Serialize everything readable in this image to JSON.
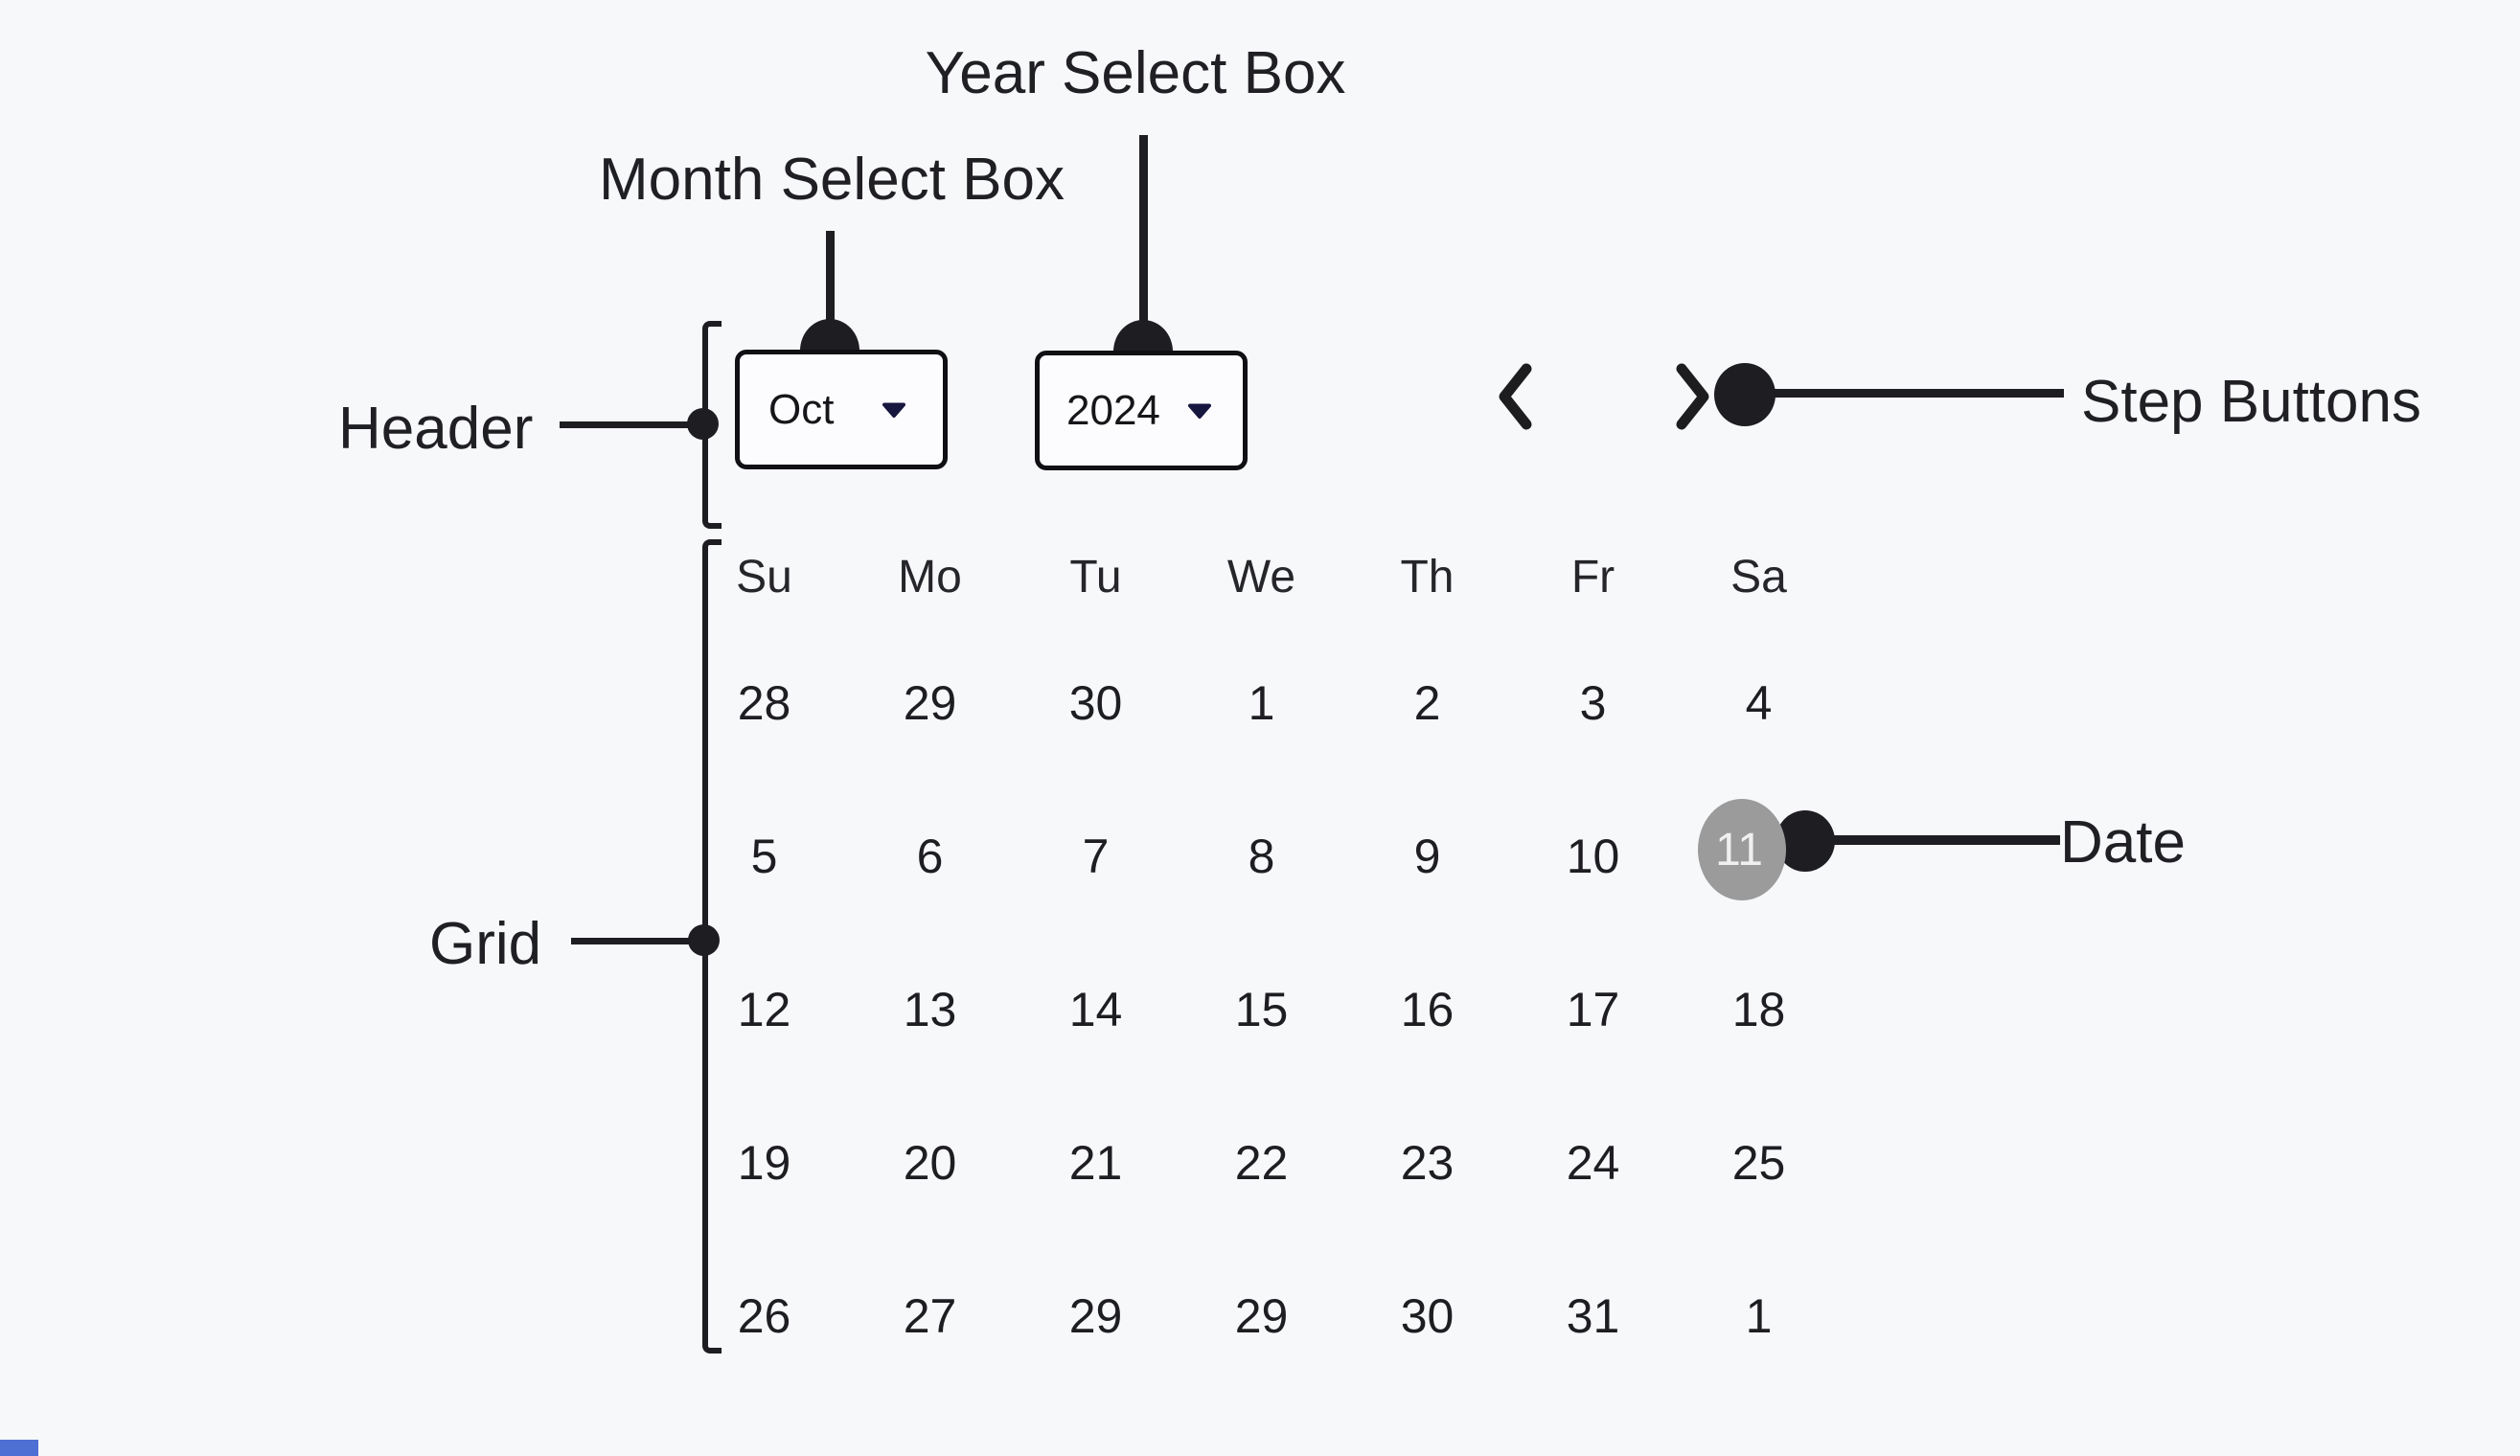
{
  "annotations": {
    "year_select_label": "Year Select Box",
    "month_select_label": "Month Select Box",
    "header_label": "Header",
    "step_buttons_label": "Step Buttons",
    "grid_label": "Grid",
    "date_label": "Date"
  },
  "calendar": {
    "month_value": "Oct",
    "year_value": "2024",
    "prev_icon": "chevron-left",
    "next_icon": "chevron-right",
    "day_headers": [
      "Su",
      "Mo",
      "Tu",
      "We",
      "Th",
      "Fr",
      "Sa"
    ],
    "weeks": [
      [
        "28",
        "29",
        "30",
        "1",
        "2",
        "3",
        "4"
      ],
      [
        "5",
        "6",
        "7",
        "8",
        "9",
        "10",
        "11"
      ],
      [
        "12",
        "13",
        "14",
        "15",
        "16",
        "17",
        "18"
      ],
      [
        "19",
        "20",
        "21",
        "22",
        "23",
        "24",
        "25"
      ],
      [
        "26",
        "27",
        "29",
        "29",
        "30",
        "31",
        "1"
      ]
    ],
    "selected_date": "11"
  },
  "colors": {
    "background": "#f7f8fa",
    "annotation_ink": "#1d1d22",
    "select_border": "#101014",
    "dropdown_arrow": "#16163f",
    "selected_date_bg": "#9b9b9b",
    "selected_date_text": "#f0f0f0",
    "corner_chip": "#4e6fd3"
  }
}
